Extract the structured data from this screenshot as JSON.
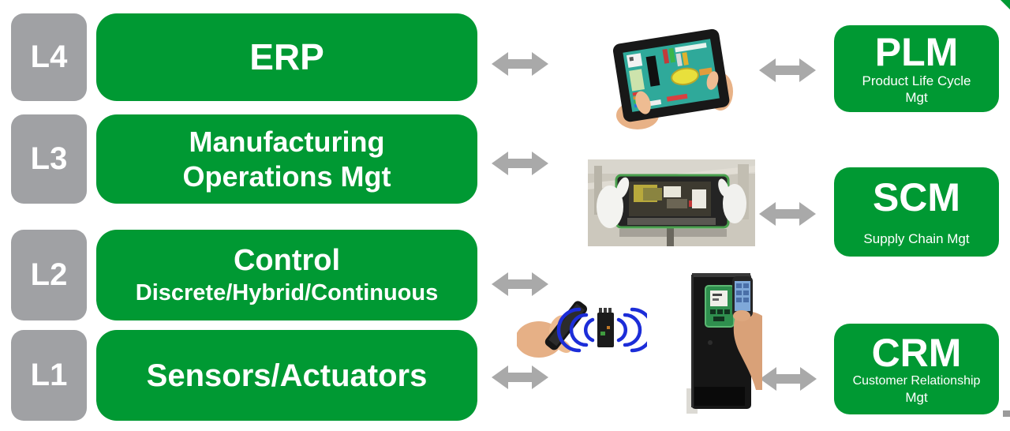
{
  "palette": {
    "box_green": "#009933",
    "badge_gray": "#a0a1a4",
    "arrow_gray": "#a9a9a9",
    "text_white": "#ffffff",
    "wireless_blue": "#1c2dd8"
  },
  "levels": [
    {
      "badge": "L4",
      "line1": "ERP",
      "line2": ""
    },
    {
      "badge": "L3",
      "line1": "Manufacturing",
      "line2": "Operations Mgt"
    },
    {
      "badge": "L2",
      "line1": "Control",
      "line2": "Discrete/Hybrid/Continuous"
    },
    {
      "badge": "L1",
      "line1": "Sensors/Actuators",
      "line2": ""
    }
  ],
  "systems": [
    {
      "acronym": "PLM",
      "line1": "Product Life Cycle",
      "line2": "Mgt"
    },
    {
      "acronym": "SCM",
      "line1": "Supply Chain Mgt",
      "line2": ""
    },
    {
      "acronym": "CRM",
      "line1": "Customer Relationship",
      "line2": "Mgt"
    }
  ],
  "illustrations": [
    {
      "name": "tablet-hmi-photo",
      "meaning": "hands holding tablet showing green HMI screen"
    },
    {
      "name": "ar-tablet-machine-photo",
      "meaning": "gloved hands holding green-framed tablet over machinery"
    },
    {
      "name": "phone-wireless-relay-photo",
      "meaning": "hand pointing smartphone at wireless relay device"
    },
    {
      "name": "cabinet-phone-scan-photo",
      "meaning": "hand scanning drive cabinet keypad with smartphone"
    }
  ]
}
